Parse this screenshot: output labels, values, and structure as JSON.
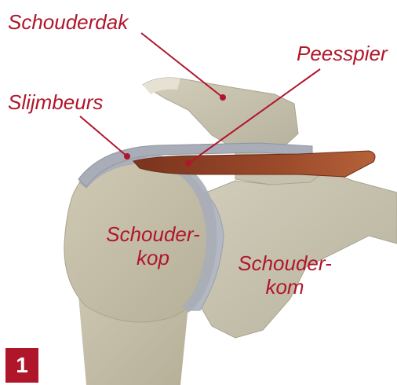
{
  "labels": {
    "schouderdak": "Schouderdak",
    "peesspier": "Peesspier",
    "slijmbeurs": "Slijmbeurs",
    "schouderkop_line1": "Schouder-",
    "schouderkop_line2": "kop",
    "schouderkom_line1": "Schouder-",
    "schouderkom_line2": "kom"
  },
  "figure_number": "1",
  "colors": {
    "label": "#b0162a",
    "bone": "#c9c4b0",
    "bone_shadow": "#a9a48f",
    "bursa": "#a8adb8",
    "tendon": "#8a3f23",
    "badge": "#b0162a"
  }
}
